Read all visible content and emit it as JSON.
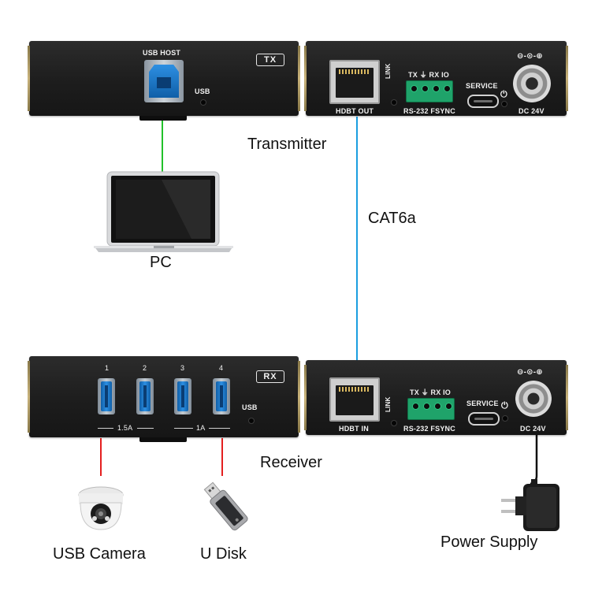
{
  "tx_left": {
    "port_label": "USB HOST",
    "badge": "TX",
    "led_label": "USB"
  },
  "tx_right": {
    "rj45_label": "HDBT OUT",
    "link_label": "LINK",
    "terminal_top_label": "TX ⏚ RX IO",
    "terminal_bottom_label": "RS-232  FSYNC",
    "service_label": "SERVICE",
    "dc_label": "DC 24V",
    "power_icon": "⏻",
    "polarity_icon": "⊖-⊙-⊕"
  },
  "rx_left": {
    "badge": "RX",
    "port_numbers": [
      "1",
      "2",
      "3",
      "4"
    ],
    "group1_label": "1.5A",
    "group2_label": "1A",
    "led_label": "USB"
  },
  "rx_right": {
    "rj45_label": "HDBT IN",
    "link_label": "LINK",
    "terminal_top_label": "TX ⏚ RX IO",
    "terminal_bottom_label": "RS-232  FSYNC",
    "service_label": "SERVICE",
    "dc_label": "DC 24V",
    "power_icon": "⏻",
    "polarity_icon": "⊖-⊙-⊕"
  },
  "captions": {
    "transmitter": "Transmitter",
    "cable": "CAT6a",
    "pc": "PC",
    "receiver": "Receiver",
    "camera": "USB Camera",
    "udisk": "U Disk",
    "power": "Power Supply"
  },
  "colors": {
    "usb_link": "#22c22a",
    "cat6a_link": "#1a9ee0",
    "device_links": "#e41f1f",
    "power_link": "#111111",
    "usb_port": "#2d8fe2",
    "terminal_block": "#1fa36a"
  }
}
